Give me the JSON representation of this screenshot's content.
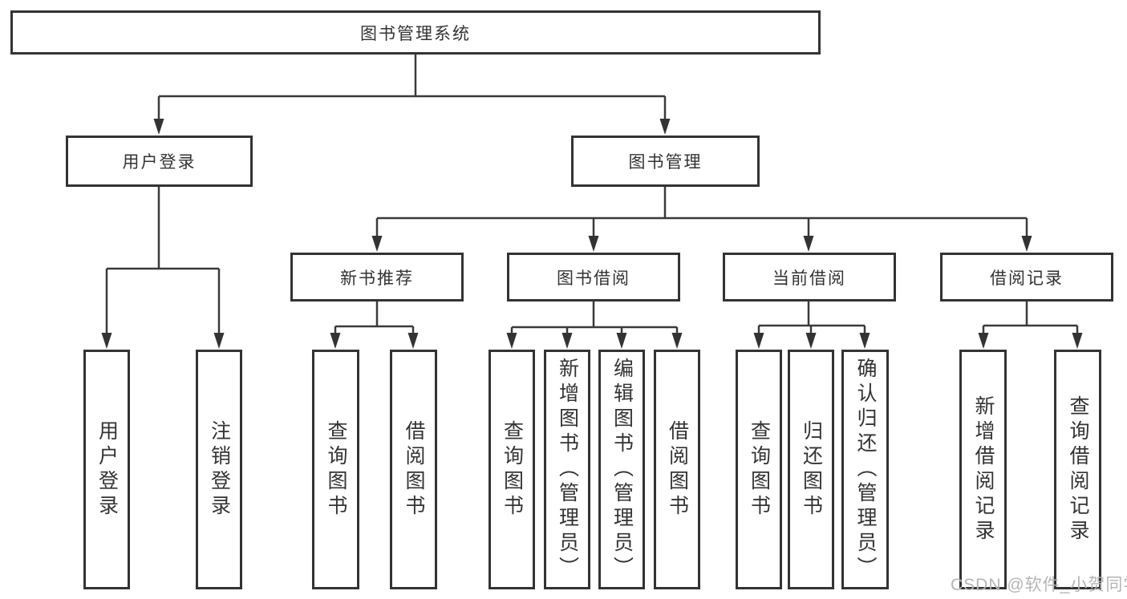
{
  "diagram": {
    "tree": {
      "label": "图书管理系统",
      "children": [
        {
          "label": "用户登录",
          "children": [
            {
              "label": "用户登录"
            },
            {
              "label": "注销登录"
            }
          ]
        },
        {
          "label": "图书管理",
          "children": [
            {
              "label": "新书推荐",
              "children": [
                {
                  "label": "查询图书"
                },
                {
                  "label": "借阅图书"
                }
              ]
            },
            {
              "label": "图书借阅",
              "children": [
                {
                  "label": "查询图书"
                },
                {
                  "label": "新增图书（管理员）"
                },
                {
                  "label": "编辑图书（管理员）"
                },
                {
                  "label": "借阅图书"
                }
              ]
            },
            {
              "label": "当前借阅",
              "children": [
                {
                  "label": "查询图书"
                },
                {
                  "label": "归还图书"
                },
                {
                  "label": "确认归还（管理员）"
                }
              ]
            },
            {
              "label": "借阅记录",
              "children": [
                {
                  "label": "新增借阅记录"
                },
                {
                  "label": "查询借阅记录"
                }
              ]
            }
          ]
        }
      ]
    },
    "colors": {
      "line": "#3a3a3a",
      "border": "#333333",
      "text": "#333333",
      "background": "#ffffff",
      "watermark": "#b5b5b5"
    }
  },
  "watermark": {
    "text": "CSDN @软件_小贺同学"
  }
}
